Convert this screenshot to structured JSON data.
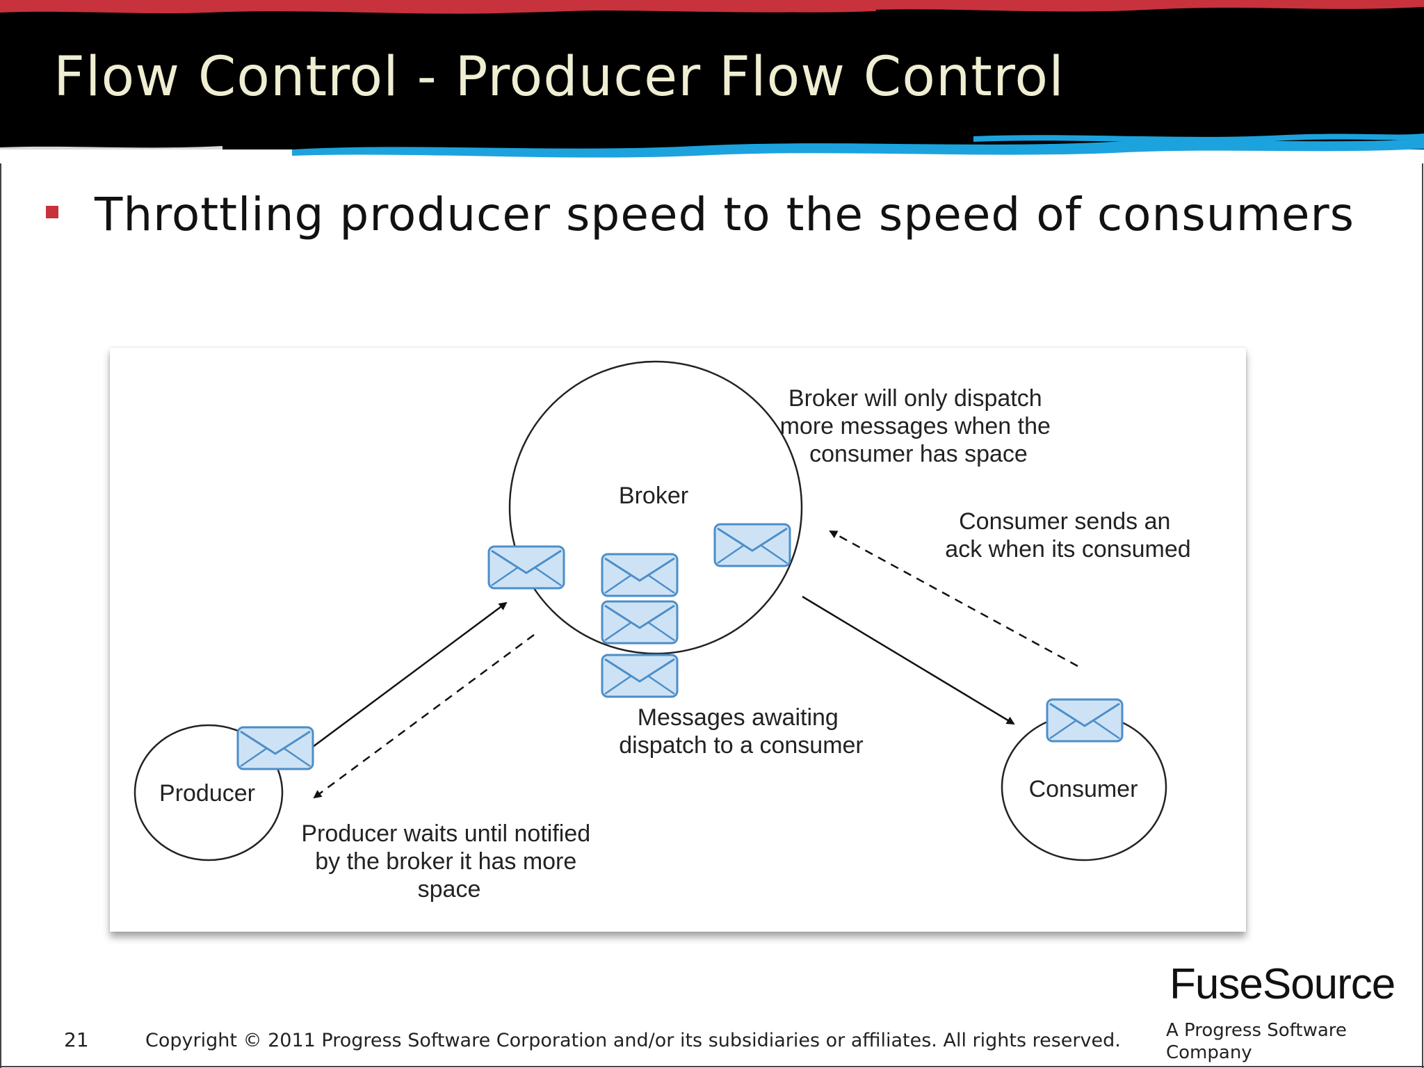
{
  "slide": {
    "title": "Flow Control - Producer Flow Control",
    "bullet": "Throttling producer speed to the speed of consumers",
    "page_number": "21",
    "copyright": "Copyright © 2011  Progress Software Corporation and/or its subsidiaries or affiliates. All rights reserved.",
    "logo": "FuseSource",
    "tagline": "A Progress Software Company"
  },
  "diagram": {
    "nodes": {
      "broker": "Broker",
      "producer": "Producer",
      "consumer": "Consumer"
    },
    "notes": {
      "broker_dispatch": [
        "Broker will only dispatch",
        "more messages when the",
        "consumer has space"
      ],
      "consumer_ack": [
        "Consumer sends an",
        "ack when its consumed"
      ],
      "messages_awaiting": [
        "Messages awaiting",
        "dispatch to a consumer"
      ],
      "producer_waits": [
        "Producer waits until notified",
        "by the broker it has more",
        "space"
      ]
    }
  },
  "colors": {
    "header_bg": "#000000",
    "title_text": "#efeed2",
    "accent_red": "#c8323c",
    "accent_blue": "#1ca3dd",
    "envelope_fill": "#cde3f5",
    "envelope_stroke": "#4d8ec9"
  }
}
